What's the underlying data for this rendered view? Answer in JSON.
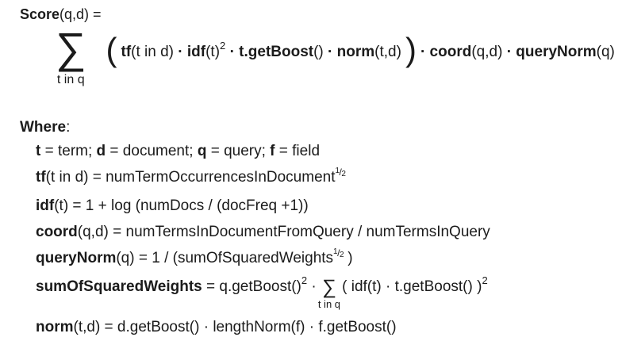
{
  "colors": {
    "background": "#ffffff",
    "text": "#1b1b1b"
  },
  "score_line": {
    "segments": [
      {
        "t": "Score",
        "b": true
      },
      {
        "t": "(q,d) ="
      }
    ]
  },
  "formula": {
    "sigma": "∑",
    "sigma_label": "t in q",
    "open_paren": "(",
    "close_paren": ")",
    "inner_segments": [
      {
        "t": "tf",
        "b": true
      },
      {
        "t": "(t in d) "
      },
      {
        "t": "·",
        "b": true
      },
      {
        "t": " "
      },
      {
        "t": "idf",
        "b": true
      },
      {
        "t": "(t)"
      },
      {
        "t": "2",
        "sup": true
      },
      {
        "t": " "
      },
      {
        "t": "·",
        "b": true
      },
      {
        "t": " "
      },
      {
        "t": "t.getBoost",
        "b": true
      },
      {
        "t": "() "
      },
      {
        "t": "·",
        "b": true
      },
      {
        "t": " "
      },
      {
        "t": "norm",
        "b": true
      },
      {
        "t": "(t,d)"
      }
    ],
    "tail_segments": [
      {
        "t": " "
      },
      {
        "t": "·",
        "b": true
      },
      {
        "t": " "
      },
      {
        "t": "coord",
        "b": true
      },
      {
        "t": "(q,d) "
      },
      {
        "t": "·",
        "b": true
      },
      {
        "t": " "
      },
      {
        "t": "queryNorm",
        "b": true
      },
      {
        "t": "(q)"
      }
    ]
  },
  "where": {
    "label_segments": [
      {
        "t": "Where",
        "b": true
      },
      {
        "t": ":"
      }
    ],
    "definitions": [
      {
        "id": "terms",
        "segments": [
          {
            "t": "t",
            "b": true
          },
          {
            "t": " = term; "
          },
          {
            "t": "d",
            "b": true
          },
          {
            "t": " = document; "
          },
          {
            "t": "q",
            "b": true
          },
          {
            "t": " = query; "
          },
          {
            "t": "f",
            "b": true
          },
          {
            "t": " = field"
          }
        ]
      },
      {
        "id": "tf",
        "segments": [
          {
            "t": "tf",
            "b": true
          },
          {
            "t": "(t in d) = numTermOccurrencesInDocument"
          },
          {
            "frac": true,
            "n": "1",
            "sep": "/",
            "d": "2"
          }
        ]
      },
      {
        "id": "idf",
        "segments": [
          {
            "t": "idf",
            "b": true
          },
          {
            "t": "(t) = 1 + log (numDocs / (docFreq +1))"
          }
        ]
      },
      {
        "id": "coord",
        "segments": [
          {
            "t": "coord",
            "b": true
          },
          {
            "t": "(q,d) = numTermsInDocumentFromQuery / numTermsInQuery"
          }
        ]
      },
      {
        "id": "queryNorm",
        "segments": [
          {
            "t": "queryNorm",
            "b": true
          },
          {
            "t": "(q) = 1 / (sumOfSquaredWeights"
          },
          {
            "frac": true,
            "n": "1",
            "sep": "/",
            "d": "2"
          },
          {
            "t": " )"
          }
        ]
      },
      {
        "id": "sumOfSquaredWeights",
        "pre": [
          {
            "t": "sumOfSquaredWeights",
            "b": true
          },
          {
            "t": " = q.getBoost()"
          },
          {
            "t": "2",
            "sup": true
          },
          {
            "t": " · "
          }
        ],
        "sigma": "∑",
        "sigma_label": "t in q",
        "post": [
          {
            "t": " ( idf(t) · t.getBoost() )"
          },
          {
            "t": "2",
            "sup": true
          }
        ]
      },
      {
        "id": "norm",
        "segments": [
          {
            "t": "norm",
            "b": true
          },
          {
            "t": "(t,d) = d.getBoost() · lengthNorm(f) · f.getBoost()"
          }
        ]
      }
    ]
  }
}
